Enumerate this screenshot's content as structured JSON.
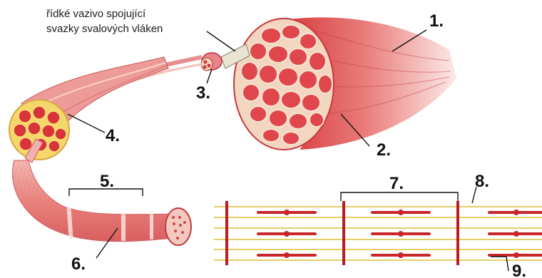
{
  "caption": {
    "line1": "řídké vazivo spojující",
    "line2": "svazky svalových vláken"
  },
  "labels": {
    "n1": "1.",
    "n2": "2.",
    "n3": "3.",
    "n4": "4.",
    "n5": "5.",
    "n6": "6.",
    "n7": "7.",
    "n8": "8.",
    "n9": "9."
  },
  "colors": {
    "muscle": "#e86a6a",
    "muscle_dark": "#c0262e",
    "muscle_light": "#f6c7c2",
    "connective": "#f3e9a0",
    "filament_thin": "#e4cf68",
    "filament_thick": "#c8262b",
    "z_line": "#b81d22"
  }
}
